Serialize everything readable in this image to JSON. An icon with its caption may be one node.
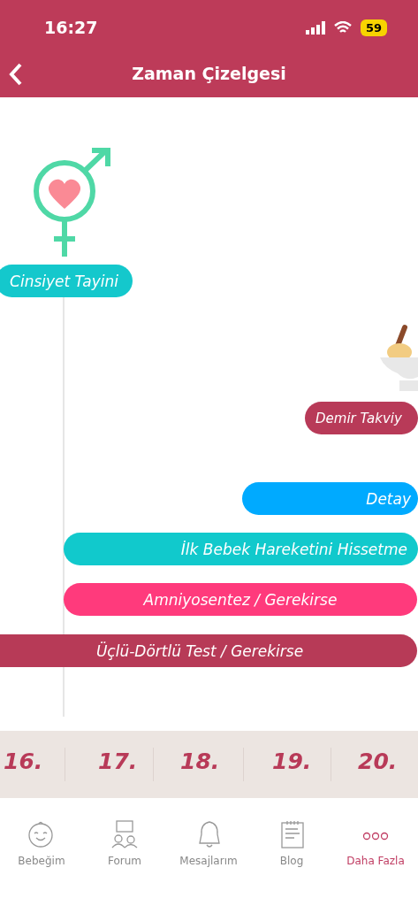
{
  "diagram": {
    "title": "Zaman Çizelgesi",
    "nodes": [
      {
        "text": [
          "Cinsiyet Tayini"
        ]
      },
      {
        "text": [
          "Demir Takviy"
        ]
      },
      {
        "text": [
          "Detay"
        ]
      },
      {
        "text": [
          "İlk Bebek Hareketini Hissetme"
        ]
      },
      {
        "text": [
          "Amniyosentez / Gerekirse"
        ]
      },
      {
        "text": [
          "Üçlü-Dörtlü Test / Gerekirse"
        ]
      }
    ],
    "edges": [],
    "labels": [
      "16:27",
      "59",
      "16.",
      "17.",
      "18.",
      "19.",
      "20.",
      "Bebeğim",
      "Forum",
      "Mesajlarım",
      "Blog",
      "Daha Fazla"
    ]
  }
}
